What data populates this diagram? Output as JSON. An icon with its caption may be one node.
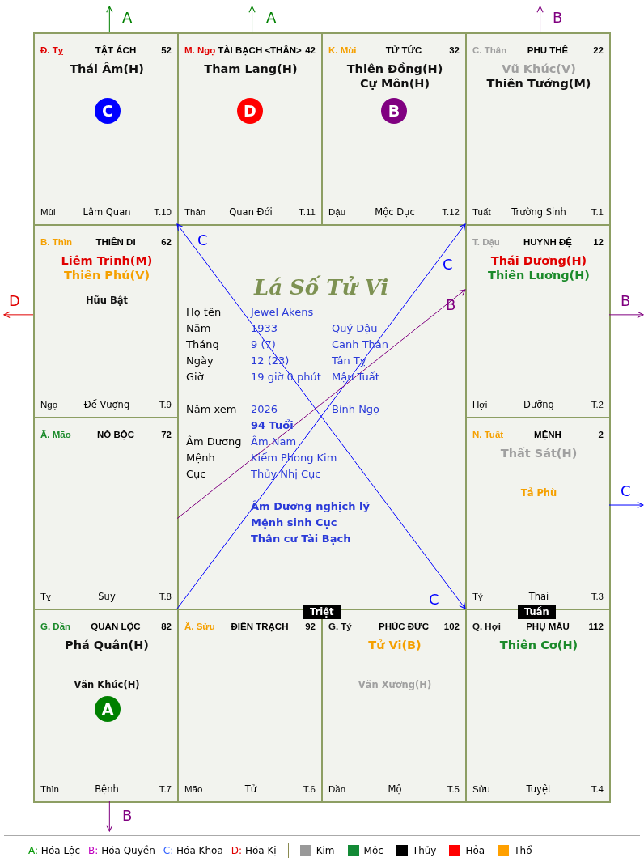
{
  "diagram": {
    "nodes": [
      {
        "text": [
          "Đ. Tỵ",
          "TẬT ÁCH",
          "52",
          "Thái Âm(H)",
          "Mùi",
          "Lâm Quan",
          "T.10"
        ]
      },
      {
        "text": [
          "C"
        ],
        "in": 0
      },
      {
        "text": [
          "M. Ngọ",
          "TÀI BẠCH <THÂN>",
          "42",
          "Tham Lang(H)",
          "Thân",
          "Quan Đới",
          "T.11"
        ]
      },
      {
        "text": [
          "D"
        ],
        "in": 2
      },
      {
        "text": [
          "K. Mùi",
          "TỬ TỨC",
          "32",
          "Thiên Đồng(H)",
          "Cự Môn(H)",
          "Dậu",
          "Mộc Dục",
          "T.12"
        ]
      },
      {
        "text": [
          "B"
        ],
        "in": 4
      },
      {
        "text": [
          "C. Thân",
          "PHU THÊ",
          "22",
          "Vũ Khúc(V)",
          "Thiên Tướng(M)",
          "Tuất",
          "Trường Sinh",
          "T.1"
        ]
      },
      {
        "text": [
          "B. Thìn",
          "THIÊN DI",
          "62",
          "Liêm Trinh(M)",
          "Thiên Phủ(V)",
          "Hữu Bật",
          "Ngọ",
          "Đế Vượng",
          "T.9"
        ]
      },
      {
        "text": [
          "T. Dậu",
          "HUYNH ĐỆ",
          "12",
          "Thái Dương(H)",
          "Thiên Lương(H)",
          "Hợi",
          "Dưỡng",
          "T.2"
        ]
      },
      {
        "text": [
          "Ã. Mão",
          "NÔ BỘC",
          "72",
          "Tỵ",
          "Suy",
          "T.8"
        ]
      },
      {
        "text": [
          "N. Tuất",
          "MỆNH",
          "2",
          "Thất Sát(H)",
          "Tả Phù",
          "Tý",
          "Thai",
          "T.3"
        ]
      },
      {
        "text": [
          "Triệt"
        ]
      },
      {
        "text": [
          "Tuần"
        ]
      },
      {
        "text": [
          "G. Dần",
          "QUAN LỘC",
          "82",
          "Phá Quân(H)",
          "Văn Khúc(H)",
          "Thìn",
          "Bệnh",
          "T.7"
        ]
      },
      {
        "text": [
          "A"
        ],
        "in": 13
      },
      {
        "text": [
          "Ã. Sửu",
          "ĐIỀN TRẠCH",
          "92",
          "Mão",
          "Tử",
          "T.6"
        ]
      },
      {
        "text": [
          "G. Tý",
          "PHÚC ĐỨC",
          "102",
          "Tử Vi(B)",
          "Văn Xương(H)",
          "Dần",
          "Mộ",
          "T.5"
        ]
      },
      {
        "text": [
          "Q. Hợi",
          "PHỤ MẪU",
          "112",
          "Thiên Cơ(H)",
          "Sửu",
          "Tuyệt",
          "T.4"
        ]
      }
    ],
    "edges": [
      {
        "from": 0,
        "to": null,
        "arrow": "to",
        "label": "A",
        "color": "#008000"
      },
      {
        "from": 2,
        "to": null,
        "arrow": "to",
        "label": "A",
        "color": "#008000"
      },
      {
        "from": 6,
        "to": null,
        "arrow": "to",
        "label": "B",
        "color": "#800080"
      },
      {
        "from": 7,
        "to": null,
        "arrow": "to",
        "label": "D",
        "color": "#e00000"
      },
      {
        "from": 8,
        "to": null,
        "arrow": "to",
        "label": "B",
        "color": "#800080"
      },
      {
        "from": 10,
        "to": null,
        "arrow": "to",
        "label": "C",
        "color": "#0000ff"
      },
      {
        "from": 13,
        "to": null,
        "arrow": "to",
        "label": "B",
        "color": "#800080"
      },
      {
        "from": 13,
        "to": 6,
        "arrow": "to",
        "label": "C",
        "color": "#0000ff"
      },
      {
        "from": 0,
        "to": 17,
        "arrow": "both",
        "label": "C",
        "color": "#0000ff"
      },
      {
        "from": 9,
        "to": 8,
        "arrow": "to",
        "label": "B",
        "color": "#800080"
      }
    ],
    "labels": [
      "Lá Số Tử Vi",
      "Họ tên",
      "Jewel Akens",
      "Năm",
      "1933",
      "Quý Dậu",
      "Tháng",
      "9 (7)",
      "Canh Thân",
      "Ngày",
      "12 (23)",
      "Tân Tỵ",
      "Giờ",
      "19 giờ 0 phút",
      "Mậu Tuất",
      "Năm xem",
      "2026",
      "Bính Ngọ",
      "94 Tuổi",
      "Âm Dương",
      "Âm Nam",
      "Mệnh",
      "Kiếm Phong Kim",
      "Cục",
      "Thủy Nhị Cục",
      "Âm Dương nghịch lý",
      "Mệnh sinh Cục",
      "Thân cư Tài Bạch",
      "C"
    ],
    "legend": [
      {
        "text": "A: Hóa Lộc"
      },
      {
        "text": "B: Hóa Quyền"
      },
      {
        "text": "C: Hóa Khoa"
      },
      {
        "text": "D: Hóa Kị"
      },
      {
        "text": "Kim",
        "color": "#999999"
      },
      {
        "text": "Mộc",
        "color": "#138a36"
      },
      {
        "text": "Thủy",
        "color": "#000000"
      },
      {
        "text": "Hỏa",
        "color": "#ff0000"
      },
      {
        "text": "Thổ",
        "color": "#ffa000"
      }
    ]
  }
}
